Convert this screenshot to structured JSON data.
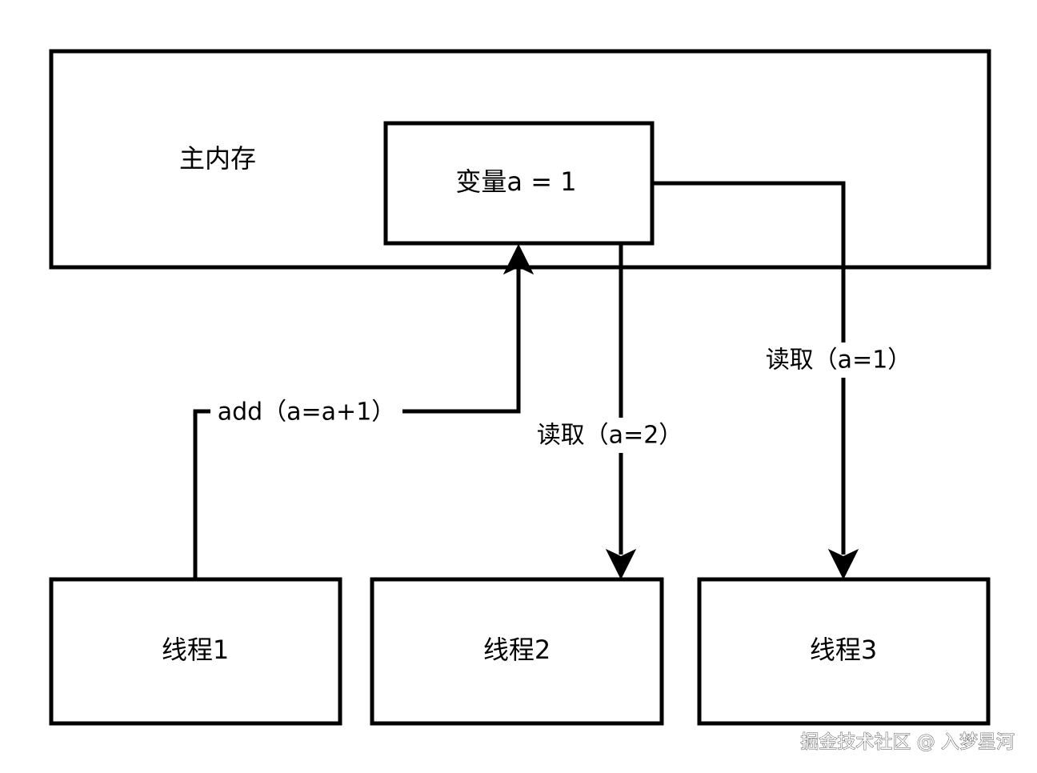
{
  "main_memory": {
    "label": "主内存"
  },
  "variable": {
    "label": "变量a = 1"
  },
  "threads": [
    {
      "label": "线程1"
    },
    {
      "label": "线程2"
    },
    {
      "label": "线程3"
    }
  ],
  "edges": {
    "add": {
      "label": "add（a=a+1）"
    },
    "read_thread2": {
      "label": "读取（a=2）"
    },
    "read_thread3": {
      "label": "读取（a=1）"
    }
  },
  "watermark": {
    "text": "掘金技术社区 @ 入梦星河"
  },
  "colors": {
    "stroke": "#000000",
    "background": "#ffffff"
  }
}
